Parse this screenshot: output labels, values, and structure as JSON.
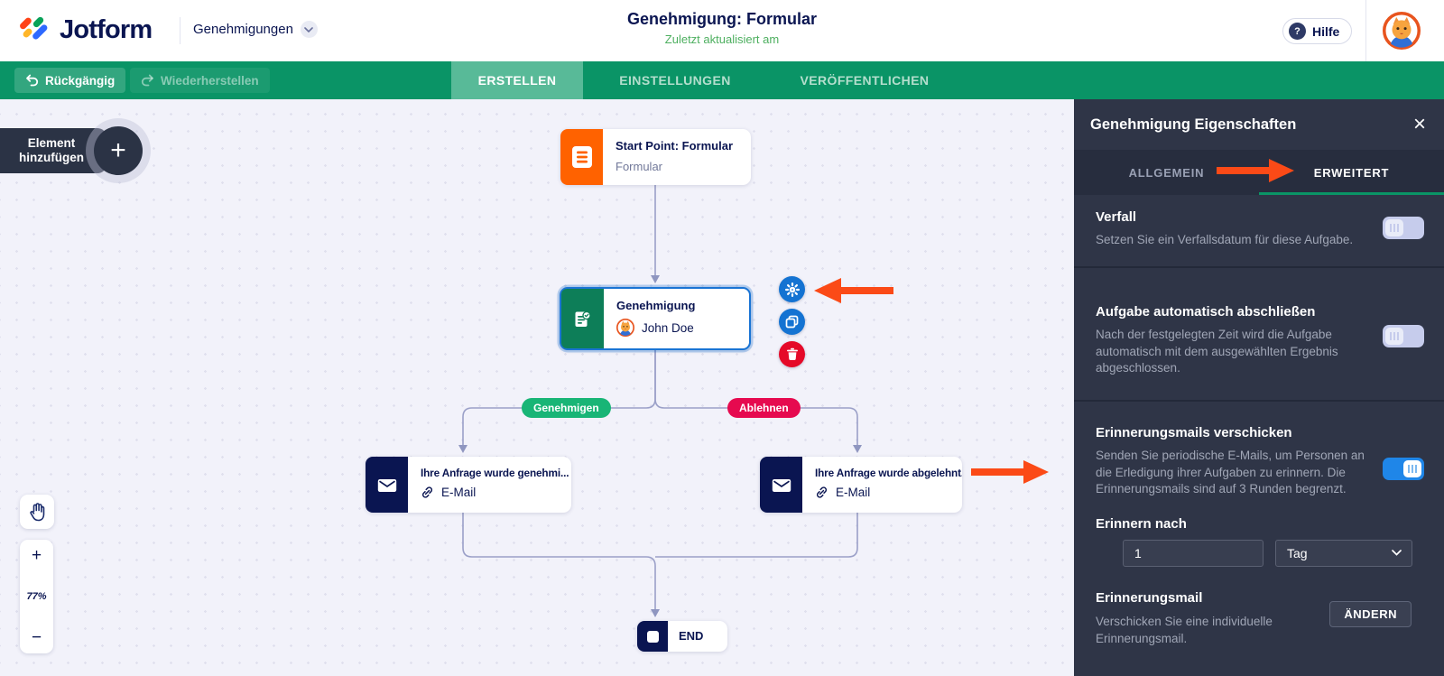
{
  "header": {
    "logo_text": "Jotform",
    "product_menu": "Genehmigungen",
    "title": "Genehmigung: Formular",
    "subtitle": "Zuletzt aktualisiert am",
    "help_label": "Hilfe",
    "help_icon": "?"
  },
  "toolbar": {
    "undo_label": "Rückgängig",
    "redo_label": "Wiederherstellen",
    "tabs": [
      {
        "label": "ERSTELLEN",
        "active": true
      },
      {
        "label": "EINSTELLUNGEN",
        "active": false
      },
      {
        "label": "VERÖFFENTLICHEN",
        "active": false
      }
    ]
  },
  "canvas": {
    "add_element_label": "Element hinzufügen",
    "add_element_plus": "+",
    "zoom_in": "+",
    "zoom_out": "−",
    "zoom_level": "77%",
    "nodes": {
      "start": {
        "title": "Start Point: Formular",
        "subtitle": "Formular"
      },
      "approval": {
        "title": "Genehmigung",
        "assignee": "John Doe"
      },
      "email_approved": {
        "title": "Ihre Anfrage wurde genehmi...",
        "type_label": "E-Mail"
      },
      "email_rejected": {
        "title": "Ihre Anfrage wurde abgelehnt.",
        "type_label": "E-Mail"
      },
      "end": {
        "label": "END"
      }
    },
    "edge_labels": {
      "approve": "Genehmigen",
      "reject": "Ablehnen"
    }
  },
  "panel": {
    "title": "Genehmigung Eigenschaften",
    "close_glyph": "×",
    "tabs": [
      {
        "label": "ALLGEMEIN",
        "active": false
      },
      {
        "label": "ERWEITERT",
        "active": true
      }
    ],
    "sections": [
      {
        "title": "Verfall",
        "description": "Setzen Sie ein Verfallsdatum für diese Aufgabe.",
        "toggle": "off"
      },
      {
        "title": "Aufgabe automatisch abschließen",
        "description": "Nach der festgelegten Zeit wird die Aufgabe automatisch mit dem ausgewählten Ergebnis abgeschlossen.",
        "toggle": "off"
      },
      {
        "title": "Erinnerungsmails verschicken",
        "description": "Senden Sie periodische E-Mails, um Personen an die Erledigung ihrer Aufgaben zu erinnern. Die Erinnerungsmails sind auf 3 Runden begrenzt.",
        "toggle": "on"
      }
    ],
    "remind_after": {
      "label": "Erinnern nach",
      "value": "1",
      "unit": "Tag"
    },
    "reminder_email": {
      "title": "Erinnerungsmail",
      "description": "Verschicken Sie eine individuelle Erinnerungsmail.",
      "button_label": "ÄNDERN"
    }
  },
  "colors": {
    "brand_navy": "#0a1551",
    "toolbar_green": "#0a9466",
    "active_tab_green": "#58ba98",
    "approve_green": "#19b576",
    "reject_red": "#e60a4f",
    "action_blue": "#1473d2",
    "delete_red": "#e50928",
    "annotation_orange": "#fb4a17",
    "node_orange": "#ff6200",
    "node_green": "#0d7e58",
    "panel_bg": "#2f3547",
    "toggle_on_blue": "#1f86e8",
    "subtitle_green": "#4daf5f"
  }
}
